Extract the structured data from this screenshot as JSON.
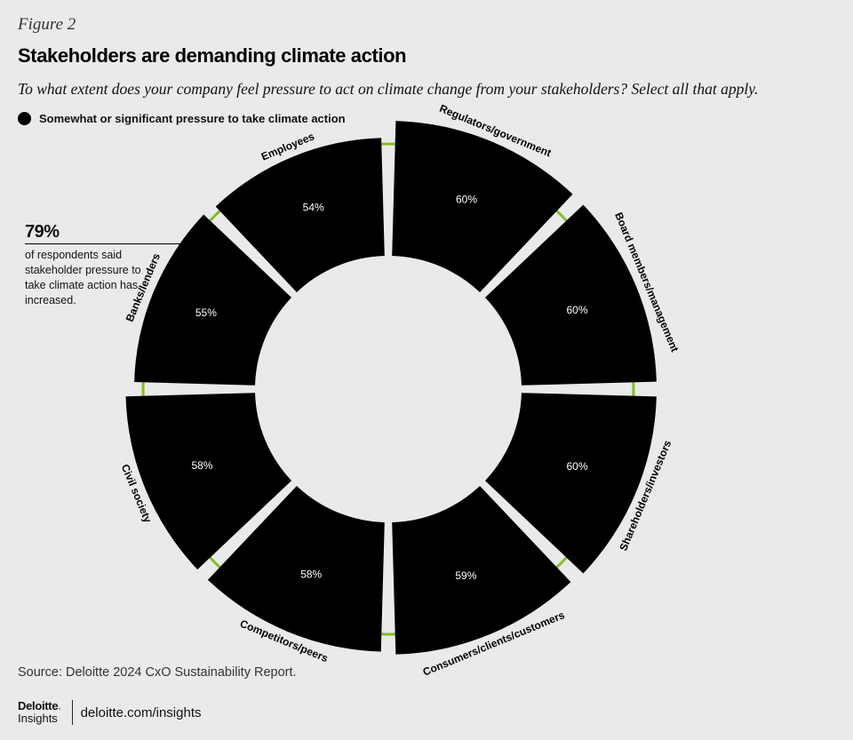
{
  "header": {
    "figure_label": "Figure 2",
    "title": "Stakeholders are demanding climate action",
    "subtitle": "To what extent does your company feel pressure to act on climate change from your stakeholders? Select all that apply.",
    "legend_label": "Somewhat or significant pressure to take climate action"
  },
  "callout": {
    "value": "79%",
    "text": "of respondents said stakeholder pressure to take climate action has increased."
  },
  "colors": {
    "background": "#e9ebea",
    "segment": "#000000",
    "ring": "#86bc25"
  },
  "chart_data": {
    "type": "pie",
    "categories": [
      "Regulators/government",
      "Board members/management",
      "Shareholders/investors",
      "Consumers/clients/customers",
      "Competitors/peers",
      "Civil society",
      "Banks/lenders",
      "Employees"
    ],
    "values": [
      60,
      60,
      60,
      59,
      58,
      58,
      55,
      54
    ],
    "value_labels": [
      "60%",
      "60%",
      "60%",
      "59%",
      "58%",
      "58%",
      "55%",
      "54%"
    ],
    "series": [
      {
        "name": "Somewhat or significant pressure to take climate action",
        "values": [
          60,
          60,
          60,
          59,
          58,
          58,
          55,
          54
        ]
      }
    ],
    "legend": "top-left"
  },
  "footer": {
    "source": "Source: Deloitte 2024 CxO Sustainability Report.",
    "brand": "Deloitte",
    "brand_dot": ".",
    "brand_sub": "Insights",
    "site": "deloitte.com/insights"
  }
}
